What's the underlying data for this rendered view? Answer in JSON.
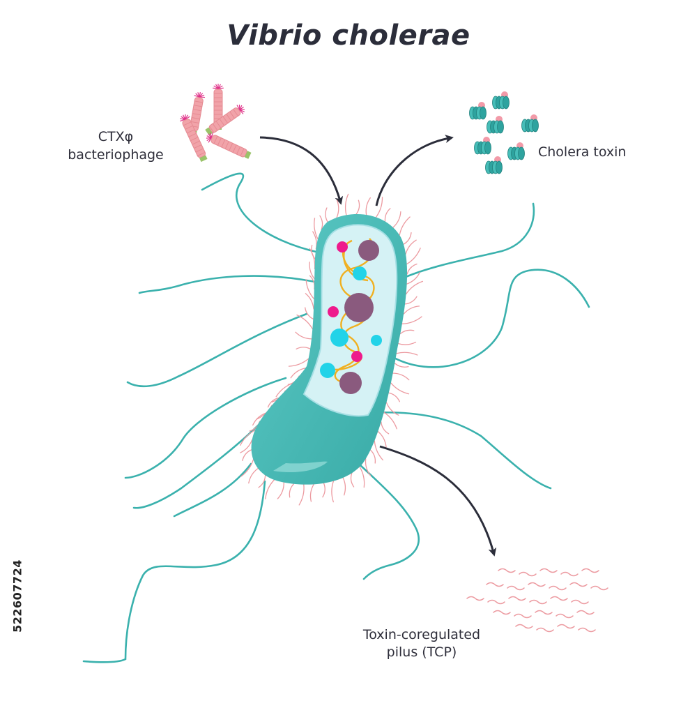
{
  "title": "Vibrio cholerae",
  "labels": {
    "phage_line1": "CTXφ",
    "phage_line2": "bacteriophage",
    "toxin": "Cholera toxin",
    "tcp_line1": "Toxin-coregulated",
    "tcp_line2": "pilus (TCP)"
  },
  "stock_id": "522607724",
  "colors": {
    "cell_body": "#4bbcb8",
    "cell_interior": "#d5f2f5",
    "flagella": "#3ab1ad",
    "pili": "#ec9aa0",
    "nucleoid": "#f0b020",
    "granule_purple": "#8a5a7e",
    "granule_cyan": "#22d3e8",
    "granule_magenta": "#ee1a8c",
    "arrow": "#2b2d3a",
    "toxin_teal": "#3bb5b0",
    "toxin_pink": "#f29aa8",
    "phage_pink": "#f1a3a9"
  }
}
